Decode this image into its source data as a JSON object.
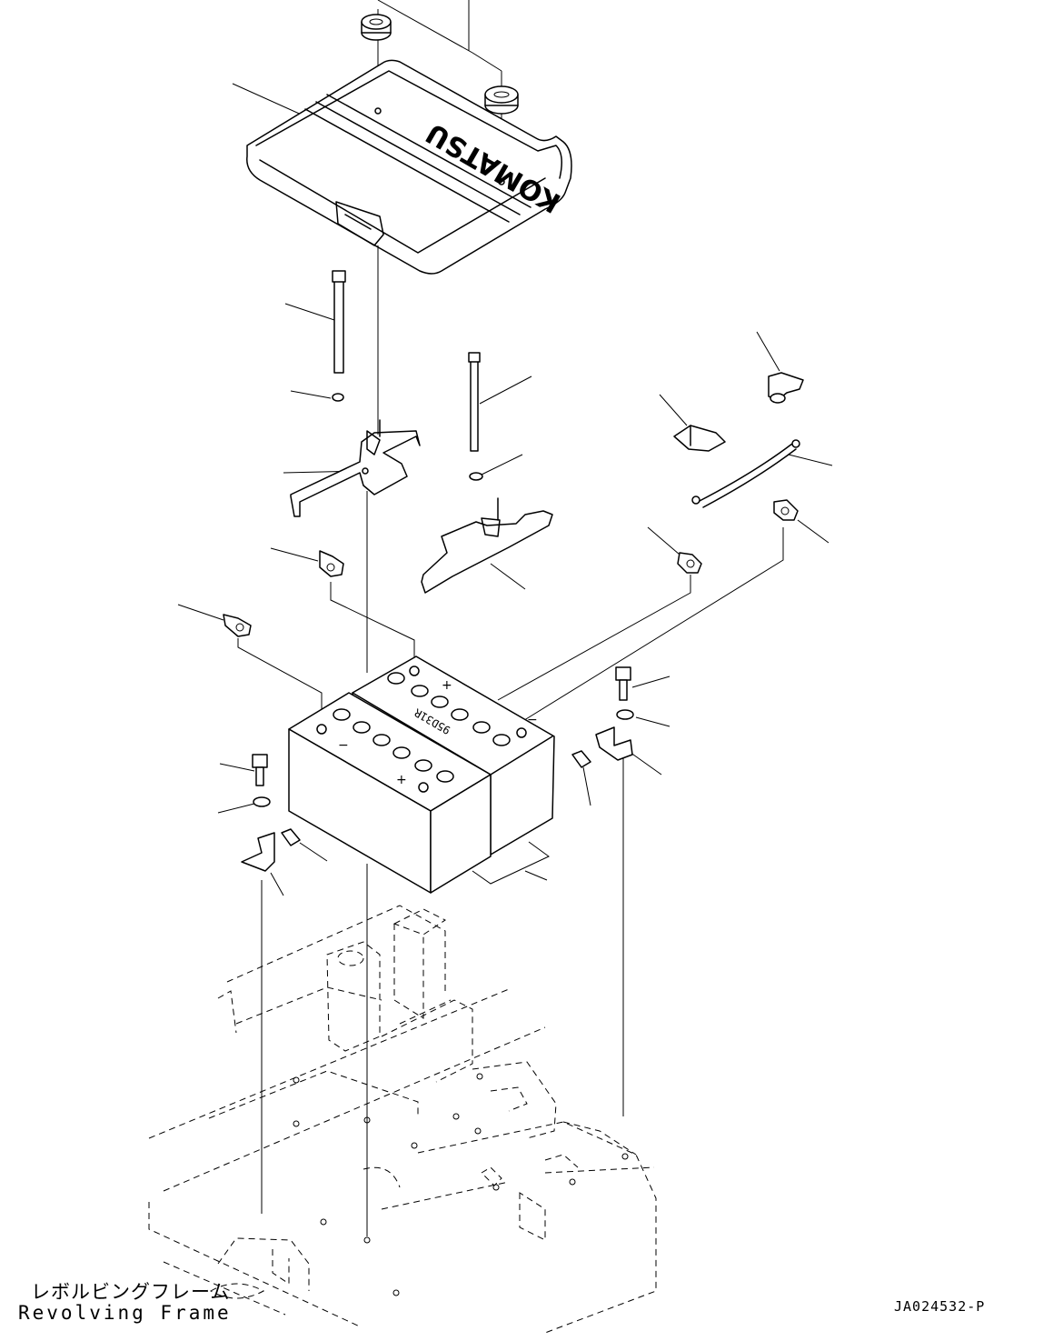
{
  "figure": {
    "brand_text": "KOMATSU",
    "battery_code": "95D31R",
    "terminal_plus": "+",
    "terminal_minus": "−",
    "caption_jp": "レボルビングフレーム",
    "caption_en": "Revolving Frame",
    "drawing_number": "JA024532-P"
  }
}
